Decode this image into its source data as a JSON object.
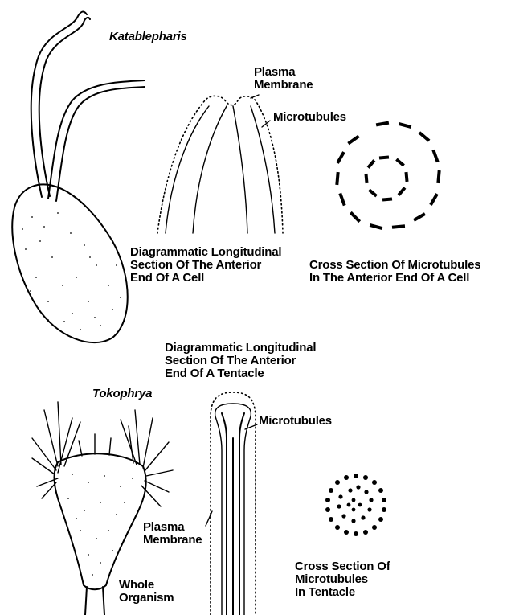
{
  "labels": {
    "katablepharis": "Katablepharis",
    "plasma_membrane_top": "Plasma\nMembrane",
    "microtubules_top": "Microtubules",
    "cell_section": "Diagrammatic Longitudinal\nSection Of The Anterior\nEnd Of A Cell",
    "cell_cross_section": "Cross Section Of Microtubules\nIn The Anterior End Of A Cell",
    "tentacle_section": "Diagrammatic Longitudinal\nSection Of The Anterior\nEnd Of A Tentacle",
    "tokophrya": "Tokophrya",
    "microtubules_bottom": "Microtubules",
    "plasma_membrane_bottom": "Plasma\nMembrane",
    "whole_organism": "Whole\nOrganism",
    "tentacle_cross_section": "Cross Section Of\nMicrotubules\nIn Tentacle"
  },
  "colors": {
    "ink": "#000000",
    "background": "#ffffff"
  }
}
